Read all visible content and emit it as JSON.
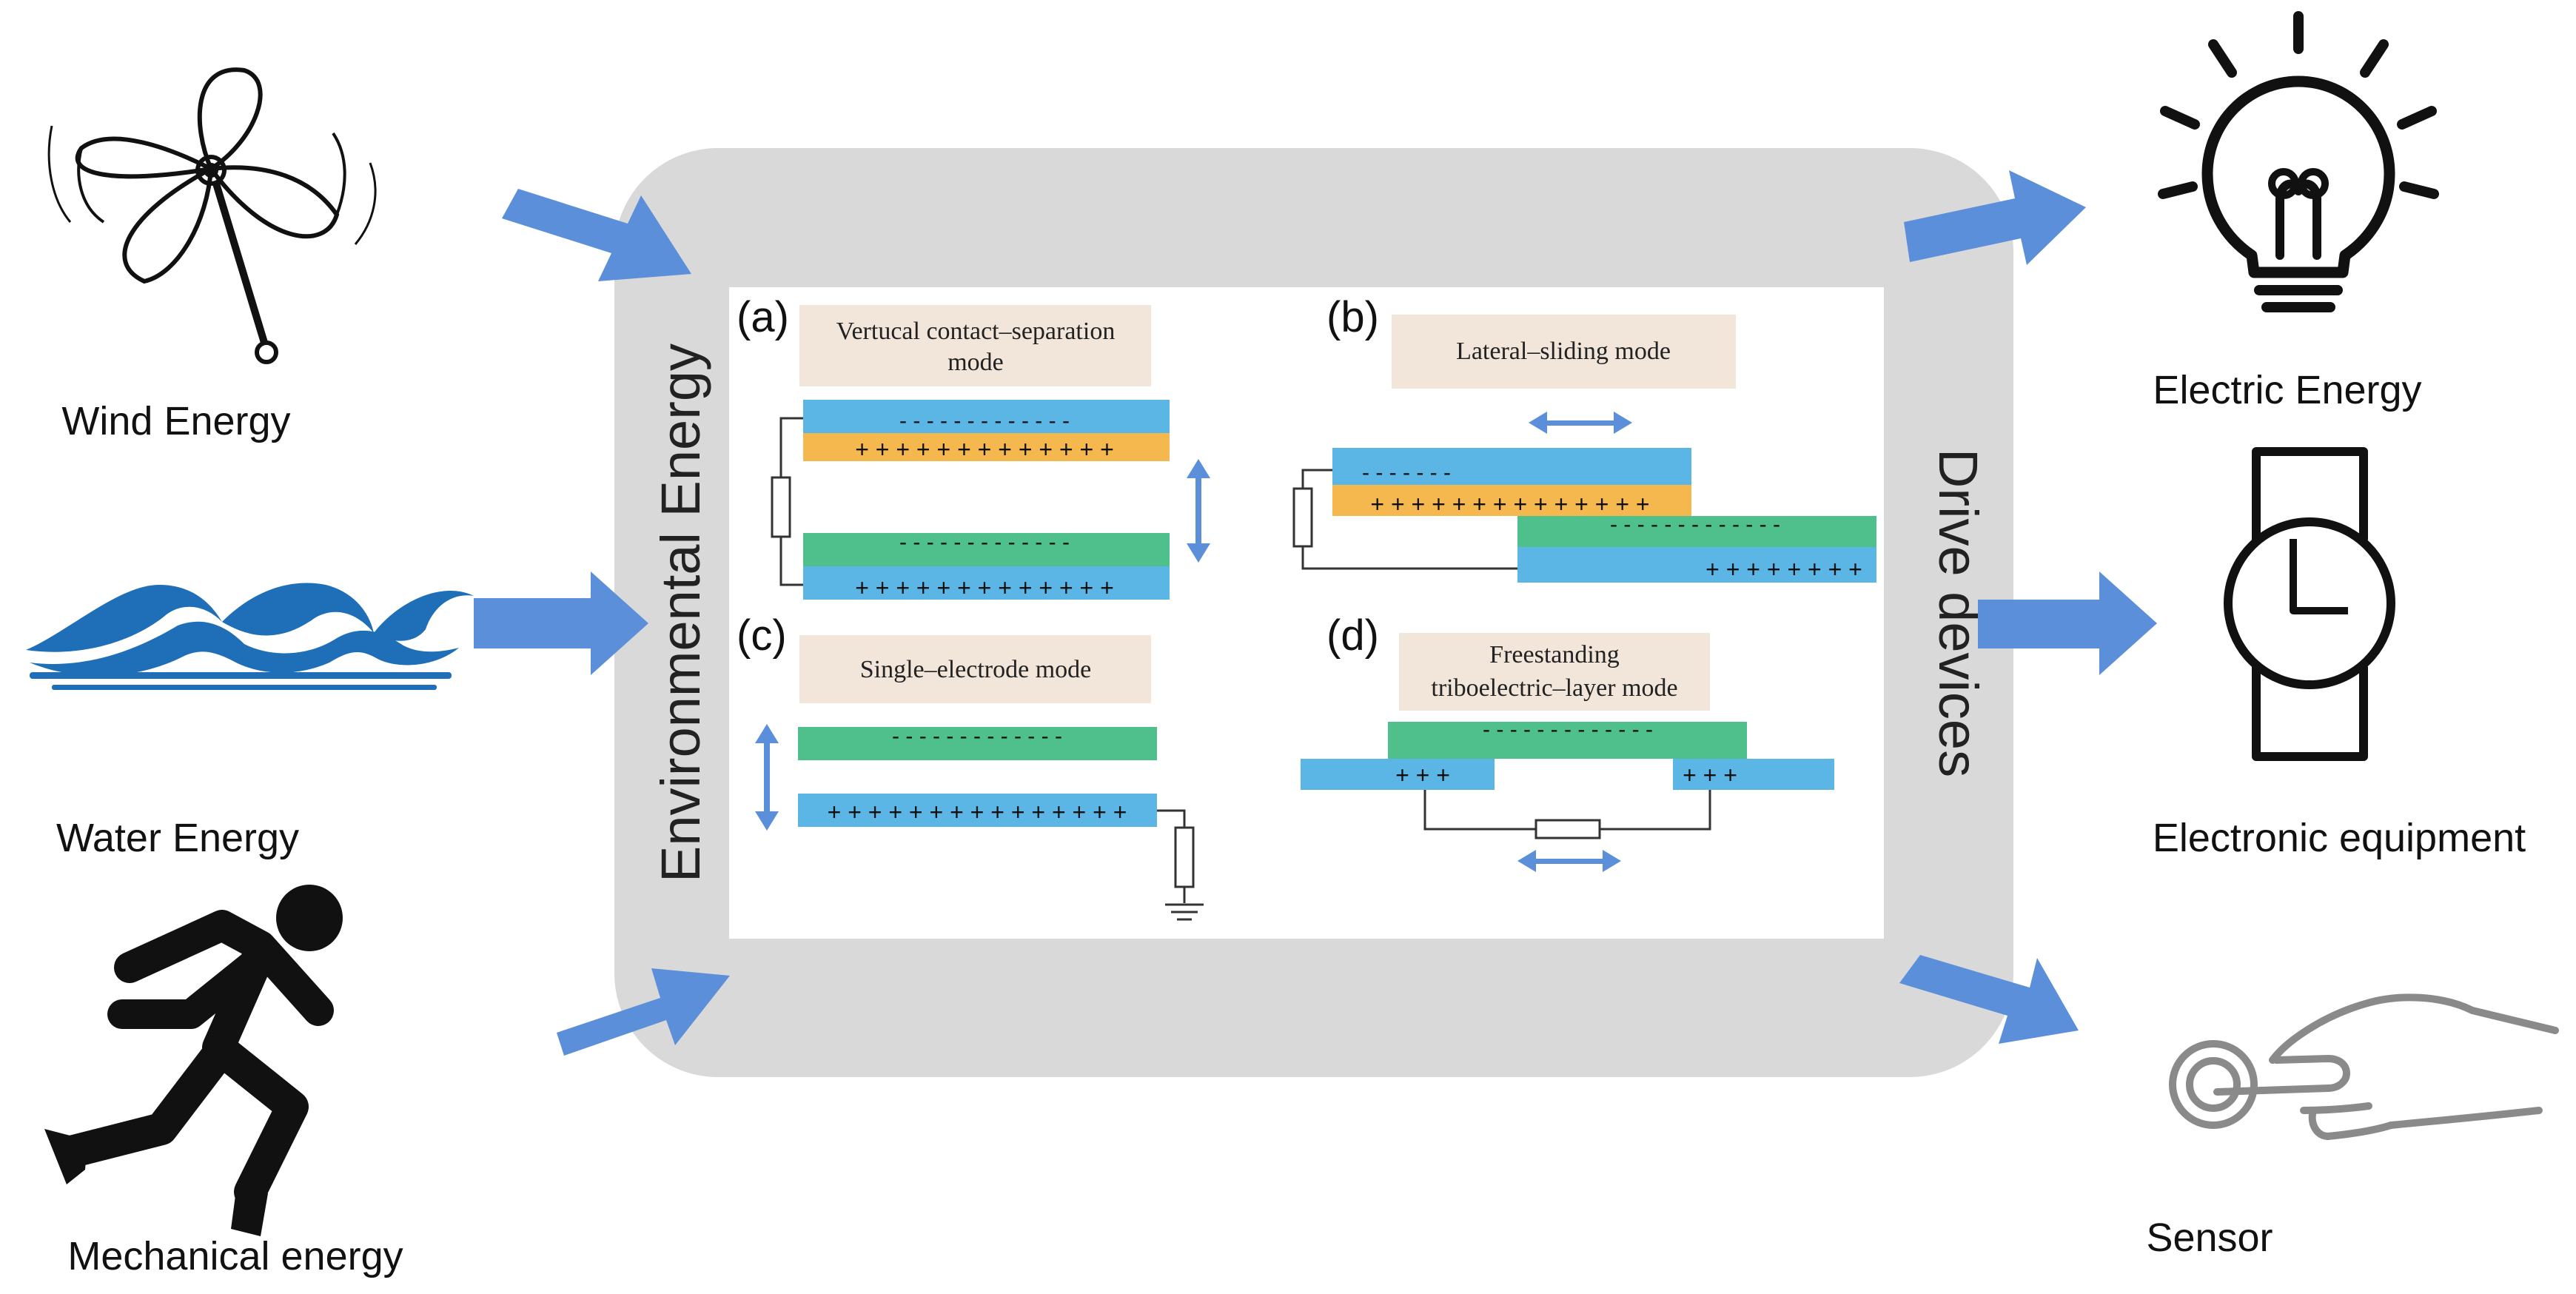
{
  "sources": {
    "wind": "Wind Energy",
    "water": "Water Energy",
    "mechanical": "Mechanical energy"
  },
  "center": {
    "left_label": "Environmental Energy",
    "right_label": "Drive devices"
  },
  "modes": {
    "a": {
      "tag": "(a)",
      "title_line1": "Vertucal contact–separation",
      "title_line2": "mode"
    },
    "b": {
      "tag": "(b)",
      "title": "Lateral–sliding mode"
    },
    "c": {
      "tag": "(c)",
      "title": "Single–electrode mode"
    },
    "d": {
      "tag": "(d)",
      "title_line1": "Freestanding",
      "title_line2": "triboelectric–layer mode"
    }
  },
  "outputs": {
    "electric": "Electric Energy",
    "electronic": "Electronic equipment",
    "sensor": "Sensor"
  },
  "colors": {
    "arrow": "#5b8fd9",
    "blue_layer": "#5bb6e6",
    "orange_layer": "#f5b84f",
    "green_layer": "#4fbf8c",
    "panel_bg": "#d9d9d9",
    "label_bg": "#f2e6da",
    "wave": "#1e6fb8"
  },
  "icons": [
    "pinwheel-icon",
    "waves-icon",
    "runner-icon",
    "lightbulb-icon",
    "watch-icon",
    "touch-hand-icon"
  ]
}
